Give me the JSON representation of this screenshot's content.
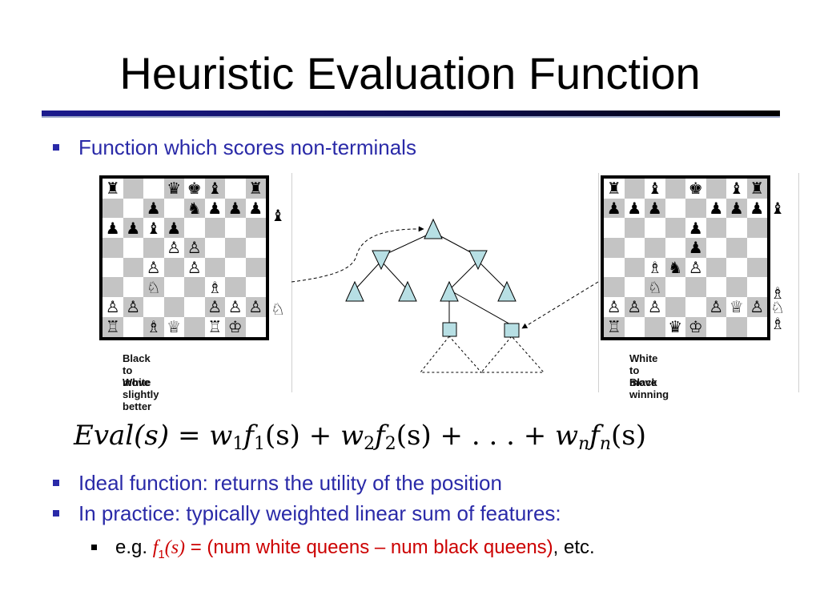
{
  "slide": {
    "title": "Heuristic Evaluation Function",
    "bullet1": "Function which scores non-terminals",
    "bullet2": "Ideal function: returns the utility of the position",
    "bullet3": "In practice: typically weighted linear sum of features:",
    "sub_bullet": {
      "prefix": "e.g. ",
      "func": "f",
      "func_sub": "1",
      "func_arg": "(s)",
      "equals": " = ",
      "expr": "(num white queens – num black queens)",
      "suffix": ", etc."
    }
  },
  "formula": {
    "lhs": "Eval(s)",
    "eq": " = ",
    "rhs_text": "w1f1(s) + w2f2(s) + . . . + wnfn(s)"
  },
  "left_board": {
    "caption_line1": "Black to move",
    "caption_line2": "White slightly better",
    "rows": [
      [
        "♜",
        "",
        "",
        "♛",
        "♚",
        "♝",
        "",
        "♜"
      ],
      [
        "",
        "",
        "♟",
        "",
        "♞",
        "♟",
        "♟",
        "♟"
      ],
      [
        "♟",
        "♟",
        "♝",
        "♟",
        "",
        "",
        "",
        ""
      ],
      [
        "",
        "",
        "",
        "♙",
        "♙",
        "",
        "",
        ""
      ],
      [
        "",
        "",
        "♙",
        "",
        "♙",
        "",
        "",
        ""
      ],
      [
        "",
        "",
        "♘",
        "",
        "",
        "♗",
        "",
        ""
      ],
      [
        "♙",
        "♙",
        "",
        "",
        "",
        "♙",
        "♙",
        "♙"
      ],
      [
        "♖",
        "",
        "♗",
        "♕",
        "",
        "♖",
        "♔",
        ""
      ]
    ],
    "captured": [
      "♝",
      "♘"
    ]
  },
  "right_board": {
    "caption_line1": "White to move",
    "caption_line2": "Black winning",
    "rows": [
      [
        "♜",
        "",
        "♝",
        "",
        "♚",
        "",
        "♝",
        "♜"
      ],
      [
        "♟",
        "♟",
        "♟",
        "",
        "",
        "♟",
        "♟",
        "♟"
      ],
      [
        "",
        "",
        "",
        "",
        "♟",
        "",
        "",
        ""
      ],
      [
        "",
        "",
        "",
        "",
        "♟",
        "",
        "",
        ""
      ],
      [
        "",
        "",
        "♗",
        "♞",
        "♙",
        "",
        "",
        ""
      ],
      [
        "",
        "",
        "♘",
        "",
        "",
        "",
        "",
        ""
      ],
      [
        "♙",
        "♙",
        "♙",
        "",
        "",
        "♙",
        "♕",
        "♙"
      ],
      [
        "♖",
        "",
        "",
        "♛",
        "♔",
        "",
        "",
        ""
      ]
    ],
    "captured": [
      "♝",
      "♗",
      "♘",
      "♗"
    ]
  }
}
